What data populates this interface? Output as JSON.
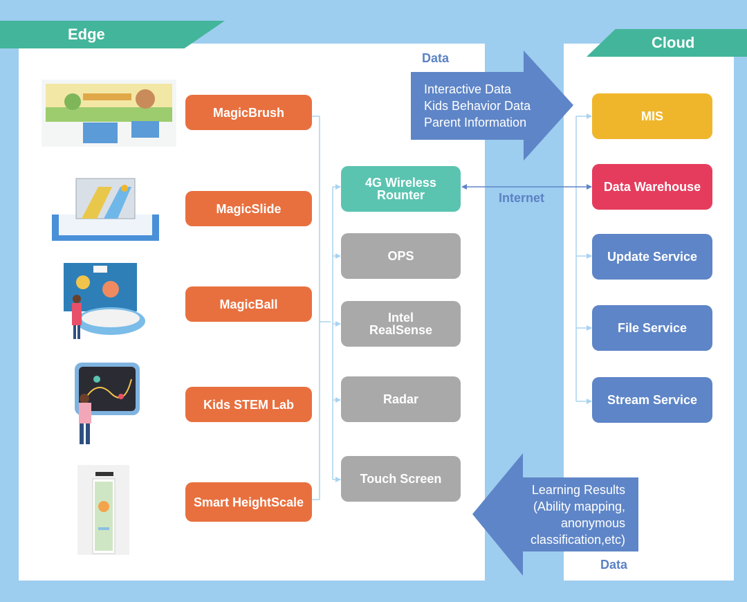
{
  "edge_title": "Edge",
  "cloud_title": "Cloud",
  "devices": [
    {
      "label": "MagicBrush"
    },
    {
      "label": "MagicSlide"
    },
    {
      "label": "MagicBall"
    },
    {
      "label": "Kids STEM Lab"
    },
    {
      "label": "Smart HeightScale"
    }
  ],
  "router": {
    "line1": "4G Wireless",
    "line2": "Rounter"
  },
  "hardware": [
    {
      "line1": "OPS",
      "line2": ""
    },
    {
      "line1": "Intel",
      "line2": "RealSense"
    },
    {
      "line1": "Radar",
      "line2": ""
    },
    {
      "line1": "Touch Screen",
      "line2": ""
    }
  ],
  "cloud_services": [
    {
      "label": "MIS",
      "color": "#f0b62b"
    },
    {
      "label": "Data Warehouse",
      "color": "#e53c5d"
    },
    {
      "label": "Update Service",
      "color": "#5e85c7"
    },
    {
      "label": "File Service",
      "color": "#5e85c7"
    },
    {
      "label": "Stream Service",
      "color": "#5e85c7"
    }
  ],
  "upload_arrow": {
    "label": "Data",
    "lines": [
      "Interactive Data",
      "Kids Behavior Data",
      "Parent Information"
    ]
  },
  "download_arrow": {
    "label": "Data",
    "lines": [
      "Learning Results",
      "(Ability mapping,",
      "anonymous",
      "classification,etc)"
    ]
  },
  "internet_label": "Internet",
  "colors": {
    "background": "#9dcdef",
    "banner": "#43b59b",
    "device": "#e8703f",
    "router": "#5bc4b1",
    "hardware": "#a9a9a9",
    "arrow": "#5e85c7",
    "connector": "#a9d3f1"
  }
}
